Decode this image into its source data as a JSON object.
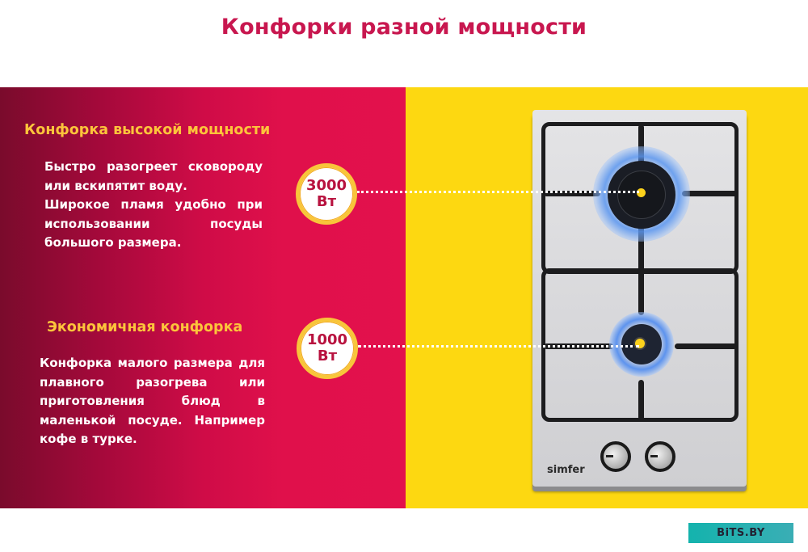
{
  "title": "Конфорки разной мощности",
  "sections": [
    {
      "heading": "Конфорка высокой мощности",
      "lines": [
        "Быстро разогреет сковороду",
        "или вскипятит воду.",
        "Широкое пламя удобно при",
        "использовании посуды",
        "большого размера."
      ],
      "badge": {
        "value": "3000",
        "unit": "Вт"
      }
    },
    {
      "heading": "Экономичная конфорка",
      "lines": [
        "Конфорка малого размера для",
        "плавного разогрева или",
        "приготовления блюд в",
        "маленькой посуде. Например",
        "кофе в турке."
      ],
      "badge": {
        "value": "1000",
        "unit": "Вт"
      }
    }
  ],
  "product": {
    "brand": "simfer"
  },
  "watermark": "BiTS.BY",
  "colors": {
    "title": "#c8174f",
    "heading": "#fcc43b",
    "red_panel": "#e0104b",
    "yellow_panel": "#fdd811",
    "badge_text": "#b8123f",
    "watermark_bg": "#14b3ad"
  }
}
